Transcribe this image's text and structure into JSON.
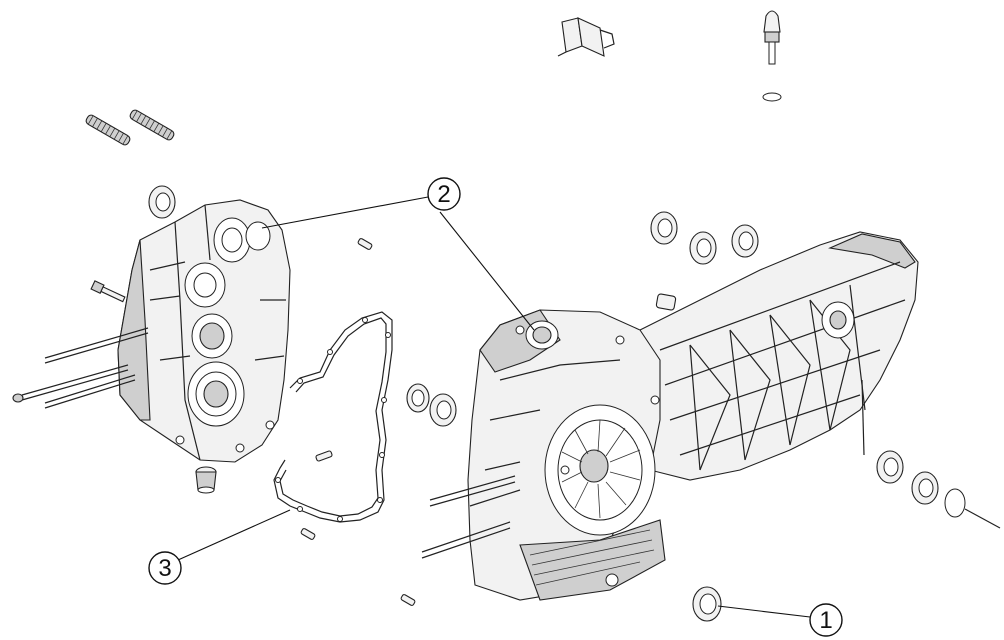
{
  "callouts": [
    {
      "id": "1",
      "label": "1"
    },
    {
      "id": "2",
      "label": "2"
    },
    {
      "id": "3",
      "label": "3"
    }
  ],
  "colors": {
    "line": "#222222",
    "part_fill": "#f2f2f2",
    "shade": "#cfcfcf",
    "background": "#ffffff"
  }
}
